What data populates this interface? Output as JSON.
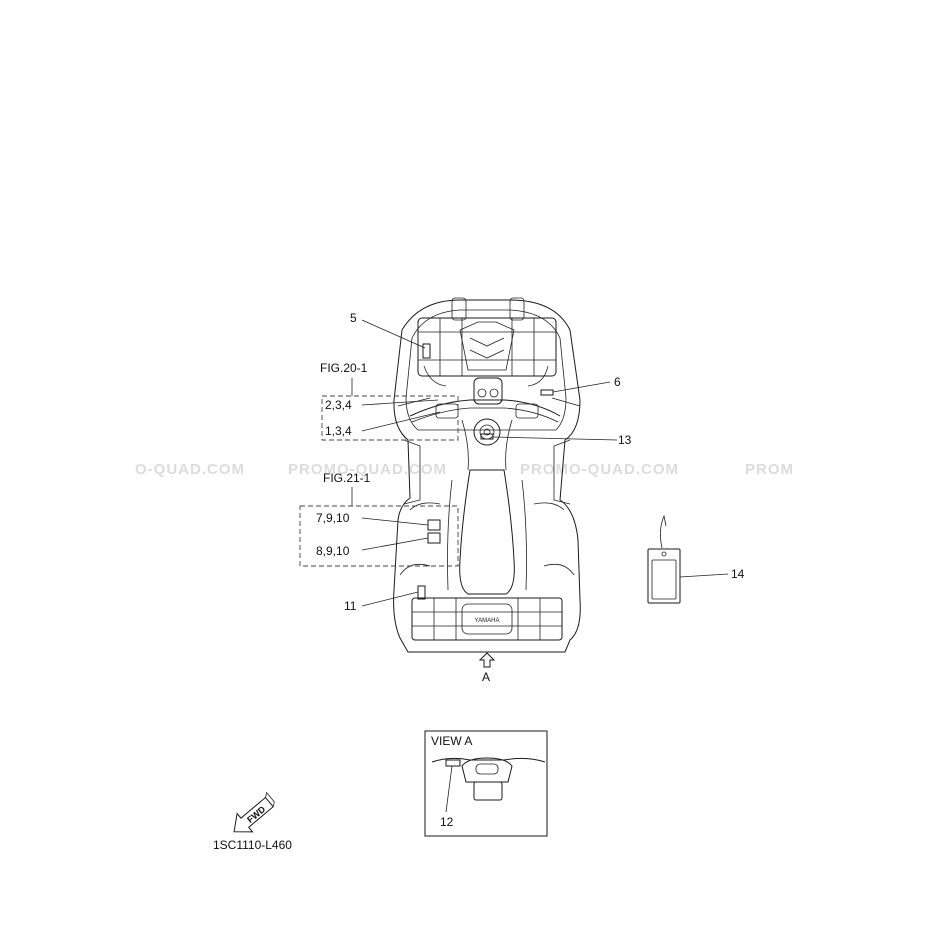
{
  "diagram": {
    "watermark_text": "PROMO-QUAD.COM",
    "watermark_fragments": [
      "O-QUAD.COM",
      "PROMO-QUAD.COM",
      "PROMO-QUAD.COM",
      "PROM"
    ],
    "figure_refs": [
      "FIG.20-1",
      "FIG.21-1"
    ],
    "callouts": {
      "c5": "5",
      "c6": "6",
      "c234": "2,3,4",
      "c134": "1,3,4",
      "c13": "13",
      "c7910": "7,9,10",
      "c8910": "8,9,10",
      "c11": "11",
      "c14": "14",
      "c12": "12"
    },
    "view_marker": "A",
    "view_title": "VIEW A",
    "forward_badge": "FWD",
    "brand_mark": "YAMAHA",
    "drawing_code": "1SC1110-L460"
  }
}
